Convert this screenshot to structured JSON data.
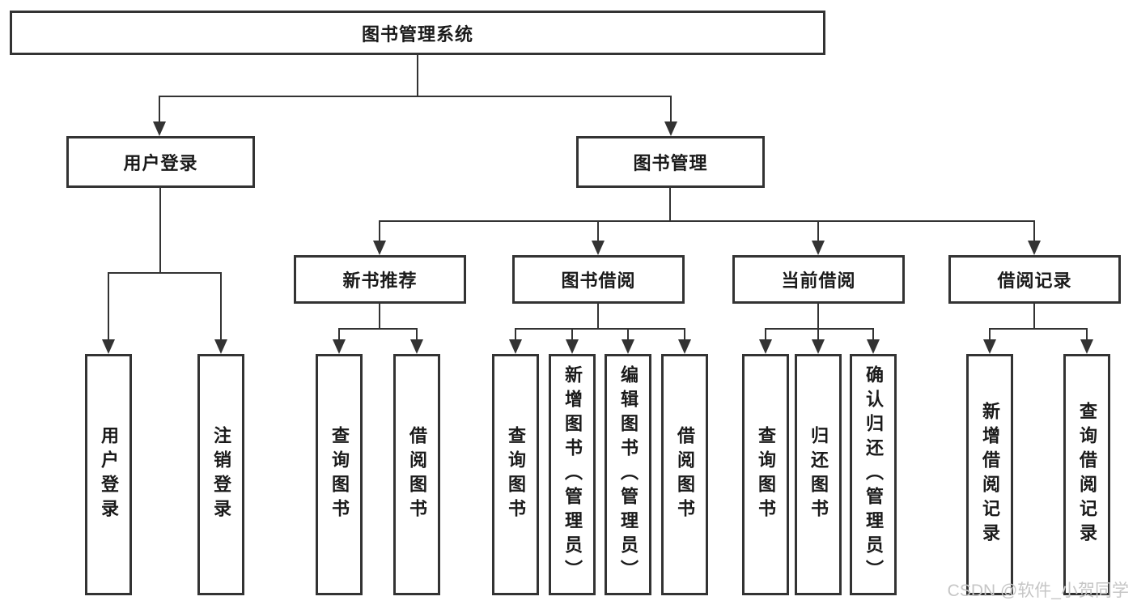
{
  "colors": {
    "background": "#ffffff",
    "line": "#333333",
    "text": "#1a1a1a",
    "watermark": "#c6c6c6"
  },
  "watermark": "CSDN @软件_小贺同学",
  "tree": {
    "label": "图书管理系统",
    "children": [
      {
        "label": "用户登录",
        "children": [
          {
            "label": "用户登录"
          },
          {
            "label": "注销登录"
          }
        ]
      },
      {
        "label": "图书管理",
        "children": [
          {
            "label": "新书推荐",
            "children": [
              {
                "label": "查询图书"
              },
              {
                "label": "借阅图书"
              }
            ]
          },
          {
            "label": "图书借阅",
            "children": [
              {
                "label": "查询图书"
              },
              {
                "label": "新增图书（管理员）"
              },
              {
                "label": "编辑图书（管理员）"
              },
              {
                "label": "借阅图书"
              }
            ]
          },
          {
            "label": "当前借阅",
            "children": [
              {
                "label": "查询图书"
              },
              {
                "label": "归还图书"
              },
              {
                "label": "确认归还（管理员）"
              }
            ]
          },
          {
            "label": "借阅记录",
            "children": [
              {
                "label": "新增借阅记录"
              },
              {
                "label": "查询借阅记录"
              }
            ]
          }
        ]
      }
    ]
  }
}
